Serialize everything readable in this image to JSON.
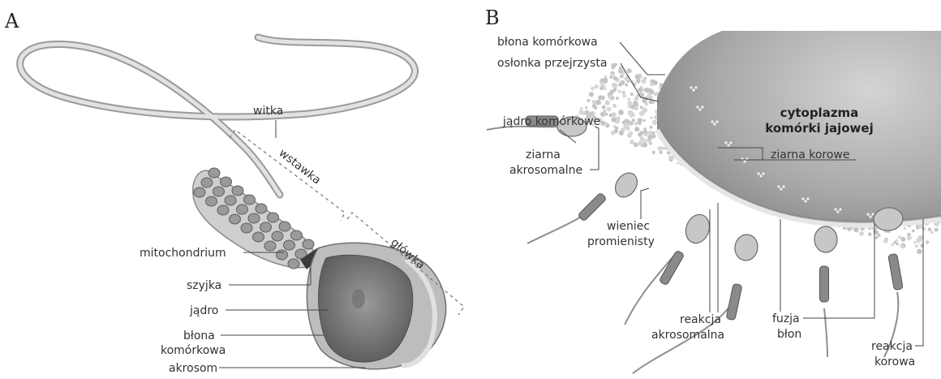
{
  "panels": {
    "a": {
      "letter": "A",
      "labels": {
        "witka": "witka",
        "wstawka": "wstawka",
        "glowka": "główka",
        "mitochondrium": "mitochondrium",
        "szyjka": "szyjka",
        "jadro": "jądro",
        "blona_1": "błona",
        "blona_2": "komórkowa",
        "akrosom": "akrosom"
      }
    },
    "b": {
      "letter": "B",
      "labels": {
        "blona_komorkowa": "błona komórkowa",
        "oslonka": "osłonka przejrzysta",
        "jadro_komorkowe": "jądro komórkowe",
        "ziarna_akro_1": "ziarna",
        "ziarna_akro_2": "akrosomalne",
        "cytoplazma_1": "cytoplazma",
        "cytoplazma_2": "komórki jajowej",
        "ziarna_korowe": "ziarna korowe",
        "wieniec_1": "wieniec",
        "wieniec_2": "promienisty",
        "reakcja_akro_1": "reakcja",
        "reakcja_akro_2": "akrosomalna",
        "fuzja_1": "fuzja",
        "fuzja_2": "błon",
        "reakcja_kor_1": "reakcja",
        "reakcja_kor_2": "korowa"
      }
    }
  },
  "colors": {
    "body_gray": "#8c8c8c",
    "body_dark": "#5f5f5f",
    "egg_gray": "#a8a8a8",
    "corona_gray": "#c8c8c8",
    "tail_gray": "#b5b5b5"
  }
}
